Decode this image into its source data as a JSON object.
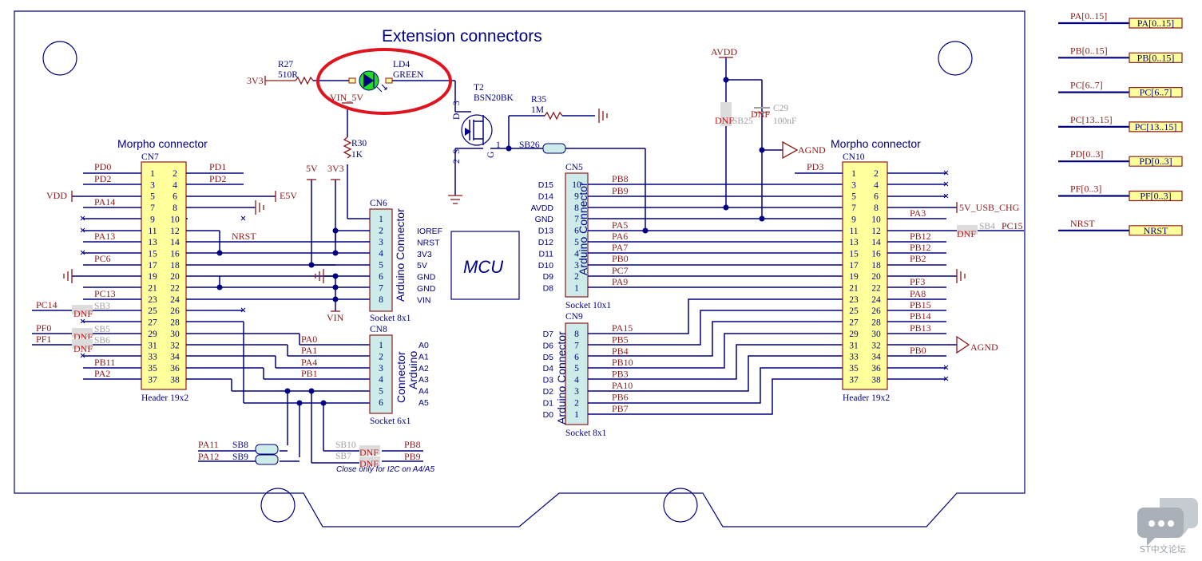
{
  "title": "Extension connectors",
  "morpho_left": {
    "heading": "Morpho connector",
    "ref": "CN7",
    "footer": "Header 19x2",
    "pins": [
      {
        "l": "1",
        "r": "2"
      },
      {
        "l": "3",
        "r": "4"
      },
      {
        "l": "5",
        "r": "6"
      },
      {
        "l": "7",
        "r": "8"
      },
      {
        "l": "9",
        "r": "10"
      },
      {
        "l": "11",
        "r": "12"
      },
      {
        "l": "13",
        "r": "14"
      },
      {
        "l": "15",
        "r": "16"
      },
      {
        "l": "17",
        "r": "18"
      },
      {
        "l": "19",
        "r": "20"
      },
      {
        "l": "21",
        "r": "22"
      },
      {
        "l": "23",
        "r": "24"
      },
      {
        "l": "25",
        "r": "26"
      },
      {
        "l": "27",
        "r": "28"
      },
      {
        "l": "29",
        "r": "30"
      },
      {
        "l": "31",
        "r": "32"
      },
      {
        "l": "33",
        "r": "34"
      },
      {
        "l": "35",
        "r": "36"
      },
      {
        "l": "37",
        "r": "38"
      }
    ],
    "left_nets": [
      "PD0",
      "PD2",
      "PA14",
      "PA13",
      "PC6",
      "PC13",
      "PB11",
      "PA2"
    ],
    "right_nets": [
      "PD1",
      "PD2",
      "NRST",
      "PA0",
      "PA1",
      "PA4",
      "PB1"
    ],
    "power": {
      "vdd": "VDD",
      "e5v": "E5V"
    },
    "bridges": [
      {
        "net": "PC14",
        "sb": "SB3",
        "dnf": "DNF"
      },
      {
        "net": "PF0",
        "sb": "SB5",
        "dnf": "DNF"
      },
      {
        "net": "PF1",
        "sb": "SB6",
        "dnf": "DNF"
      }
    ]
  },
  "morpho_right": {
    "heading": "Morpho connector",
    "ref": "CN10",
    "footer": "Header 19x2",
    "pins": [
      {
        "l": "1",
        "r": "2"
      },
      {
        "l": "3",
        "r": "4"
      },
      {
        "l": "5",
        "r": "6"
      },
      {
        "l": "7",
        "r": "8"
      },
      {
        "l": "9",
        "r": "10"
      },
      {
        "l": "11",
        "r": "12"
      },
      {
        "l": "13",
        "r": "14"
      },
      {
        "l": "15",
        "r": "16"
      },
      {
        "l": "17",
        "r": "18"
      },
      {
        "l": "19",
        "r": "20"
      },
      {
        "l": "21",
        "r": "22"
      },
      {
        "l": "23",
        "r": "24"
      },
      {
        "l": "25",
        "r": "26"
      },
      {
        "l": "27",
        "r": "28"
      },
      {
        "l": "29",
        "r": "30"
      },
      {
        "l": "31",
        "r": "32"
      },
      {
        "l": "33",
        "r": "34"
      },
      {
        "l": "35",
        "r": "36"
      },
      {
        "l": "37",
        "r": "38"
      }
    ],
    "left_net": "PD3",
    "right_nets": [
      "PA3",
      "PB12",
      "PB12",
      "PB2",
      "PF3",
      "PA8",
      "PB15",
      "PB14",
      "PB13",
      "PB0"
    ],
    "chg": "5V_USB_CHG",
    "sb4": {
      "sb": "SB4",
      "dnf": "DNF",
      "net": "PC15"
    },
    "agnd": "AGND"
  },
  "cn6": {
    "ref": "CN6",
    "vertical": "Arduino Connector",
    "footer": "Socket 8x1",
    "pins": [
      "1",
      "2",
      "3",
      "4",
      "5",
      "6",
      "7",
      "8"
    ],
    "labels": [
      "IOREF",
      "NRST",
      "3V3",
      "5V",
      "GND",
      "GND",
      "VIN"
    ],
    "supplies": {
      "v5": "5V",
      "v3": "3V3",
      "vin": "VIN"
    }
  },
  "cn8": {
    "ref": "CN8",
    "vertical1": "Arduino",
    "vertical2": "Connector",
    "footer": "Socket 6x1",
    "pins": [
      "1",
      "2",
      "3",
      "4",
      "5",
      "6"
    ],
    "labels": [
      "A0",
      "A1",
      "A2",
      "A3",
      "A4",
      "A5"
    ]
  },
  "cn5": {
    "ref": "CN5",
    "vertical": "Arduino Connector",
    "footer": "Socket 10x1",
    "pins": [
      "10",
      "9",
      "8",
      "7",
      "6",
      "5",
      "4",
      "3",
      "2",
      "1"
    ],
    "labels": [
      "D15",
      "D14",
      "AVDD",
      "GND",
      "D13",
      "D12",
      "D11",
      "D10",
      "D9",
      "D8"
    ],
    "nets": [
      "PB8",
      "PB9",
      "PA5",
      "PA6",
      "PA7",
      "PB0",
      "PC7",
      "PA9"
    ]
  },
  "cn9": {
    "ref": "CN9",
    "vertical": "Arduino Connector",
    "footer": "Socket 8x1",
    "pins": [
      "8",
      "7",
      "6",
      "5",
      "4",
      "3",
      "2",
      "1"
    ],
    "labels": [
      "D7",
      "D6",
      "D5",
      "D4",
      "D3",
      "D2",
      "D1",
      "D0"
    ],
    "nets": [
      "PA15",
      "PB5",
      "PB4",
      "PB10",
      "PB3",
      "PA10",
      "PB6",
      "PB7"
    ]
  },
  "mcu": {
    "label": "MCU"
  },
  "led": {
    "ref": "LD4",
    "color": "GREEN",
    "r_ref": "R27",
    "r_val": "510R",
    "supply": "3V3",
    "vin": "VIN_5V"
  },
  "r30": {
    "ref": "R30",
    "val": "1K"
  },
  "t2": {
    "ref": "T2",
    "part": "BSN20BK",
    "d": "D",
    "s": "S",
    "g": "G",
    "p3": "3",
    "p2": "2",
    "p1": "1"
  },
  "r35": {
    "ref": "R35",
    "val": "1M"
  },
  "sb26": "SB26",
  "avdd": {
    "label": "AVDD",
    "sb25": "SB25",
    "dnf": "DNF",
    "c29": "C29",
    "c29val": "100nF",
    "c29dnf": "DNF",
    "agnd": "AGND"
  },
  "i2c": {
    "sb8": {
      "net": "PA11",
      "sb": "SB8"
    },
    "sb9": {
      "net": "PA12",
      "sb": "SB9"
    },
    "sb10": {
      "sb": "SB10",
      "dnf": "DNF",
      "net": "PB8"
    },
    "sb7": {
      "sb": "SB7",
      "dnf": "DNF",
      "net": "PB9"
    },
    "note": "Close only for I2C on A4/A5"
  },
  "ports": [
    {
      "net": "PA[0..15]",
      "label": "PA[0..15]"
    },
    {
      "net": "PB[0..15]",
      "label": "PB[0..15]"
    },
    {
      "net": "PC[6..7]",
      "label": "PC[6..7]"
    },
    {
      "net": "PC[13..15]",
      "label": "PC[13..15]"
    },
    {
      "net": "PD[0..3]",
      "label": "PD[0..3]"
    },
    {
      "net": "PF[0..3]",
      "label": "PF[0..3]"
    },
    {
      "net": "NRST",
      "label": "NRST"
    }
  ],
  "watermark": "ST中文论坛",
  "colors": {
    "wire": "#000080",
    "part": "#8b1a1a",
    "connector_fill": "#cdebe9",
    "header_fill": "#ffff9c",
    "highlight": "#e0141e",
    "led": "#22dd22"
  }
}
